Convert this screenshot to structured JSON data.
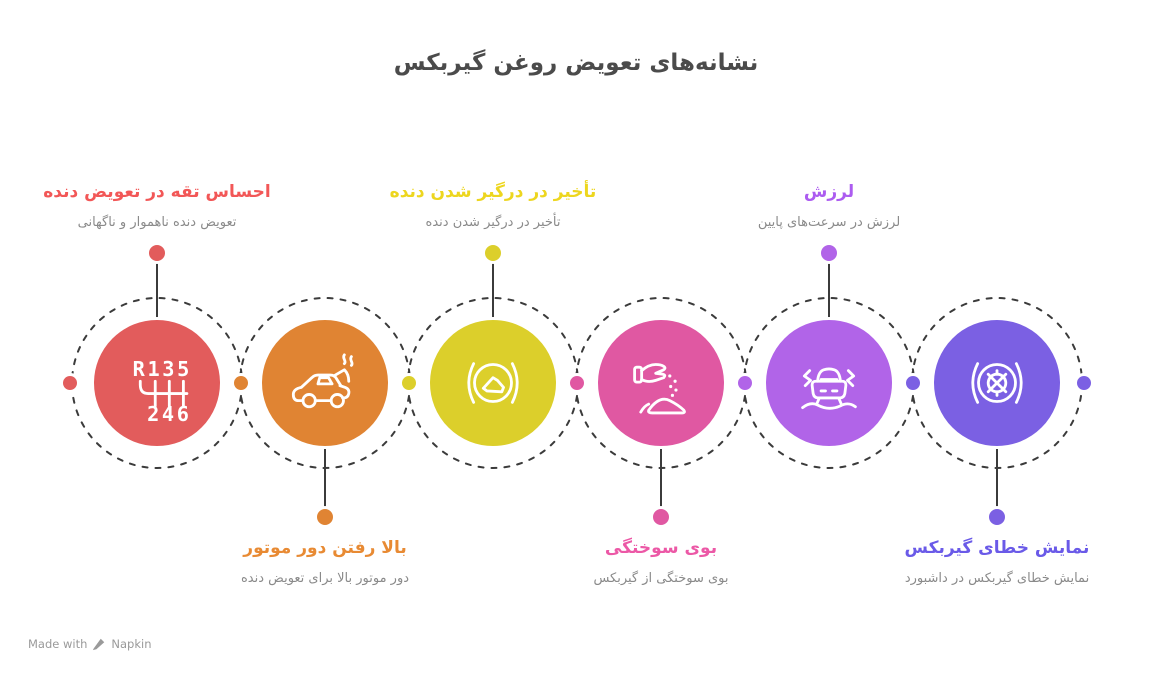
{
  "title": "نشانه‌های تعویض روغن گیربکس",
  "theme": {
    "background": "#ffffff",
    "title_color": "#4b4b4b",
    "subtitle_color": "#8a8a8a",
    "connector_color": "#3b3b3b"
  },
  "nodes": [
    {
      "title": "احساس تقه در تعویض دنده",
      "subtitle": "تعویض دنده ناهموار و ناگهانی",
      "color": "#E25C5C",
      "label_color": "#F25757",
      "label_position": "top",
      "icon": "gear-shift-pattern-icon"
    },
    {
      "title": "بالا رفتن دور موتور",
      "subtitle": "دور موتور بالا برای تعویض دنده",
      "color": "#E08433",
      "label_color": "#E88A33",
      "label_position": "bottom",
      "icon": "overheating-car-icon"
    },
    {
      "title": "تأخیر در درگیر شدن دنده",
      "subtitle": "تأخیر در درگیر شدن دنده",
      "color": "#DCCF2B",
      "label_color": "#EDD61F",
      "label_position": "top",
      "icon": "brake-warning-light-icon"
    },
    {
      "title": "بوی سوختگی",
      "subtitle": "بوی سوختگی از گیربکس",
      "color": "#E058A2",
      "label_color": "#EC58A6",
      "label_position": "bottom",
      "icon": "burning-smell-icon"
    },
    {
      "title": "لرزش",
      "subtitle": "لرزش در سرعت‌های پایین",
      "color": "#B164E8",
      "label_color": "#AC5CF0",
      "label_position": "top",
      "icon": "vibrating-car-icon"
    },
    {
      "title": "نمایش خطای گیربکس",
      "subtitle": "نمایش خطای گیربکس در داشبورد",
      "color": "#7B60E3",
      "label_color": "#6A5AE8",
      "label_position": "bottom",
      "icon": "gearbox-error-light-icon"
    }
  ],
  "gear_icon": {
    "top_row": "R135",
    "bottom_row": "246"
  },
  "footer": {
    "made_with": "Made with",
    "brand": "Napkin"
  }
}
